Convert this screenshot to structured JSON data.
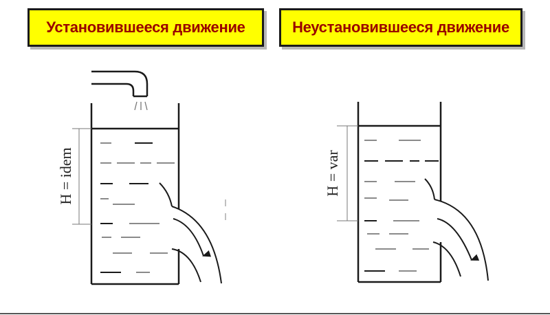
{
  "titles": {
    "left": "Установившееся движение",
    "right": "Неустановившееся движение"
  },
  "labels": {
    "left_height": "H = idem",
    "right_height": "H = var"
  },
  "colors": {
    "title_bg": "#ffff00",
    "title_text": "#990000",
    "line": "#1a1a1a",
    "dash_gray": "#8a8a8a"
  }
}
